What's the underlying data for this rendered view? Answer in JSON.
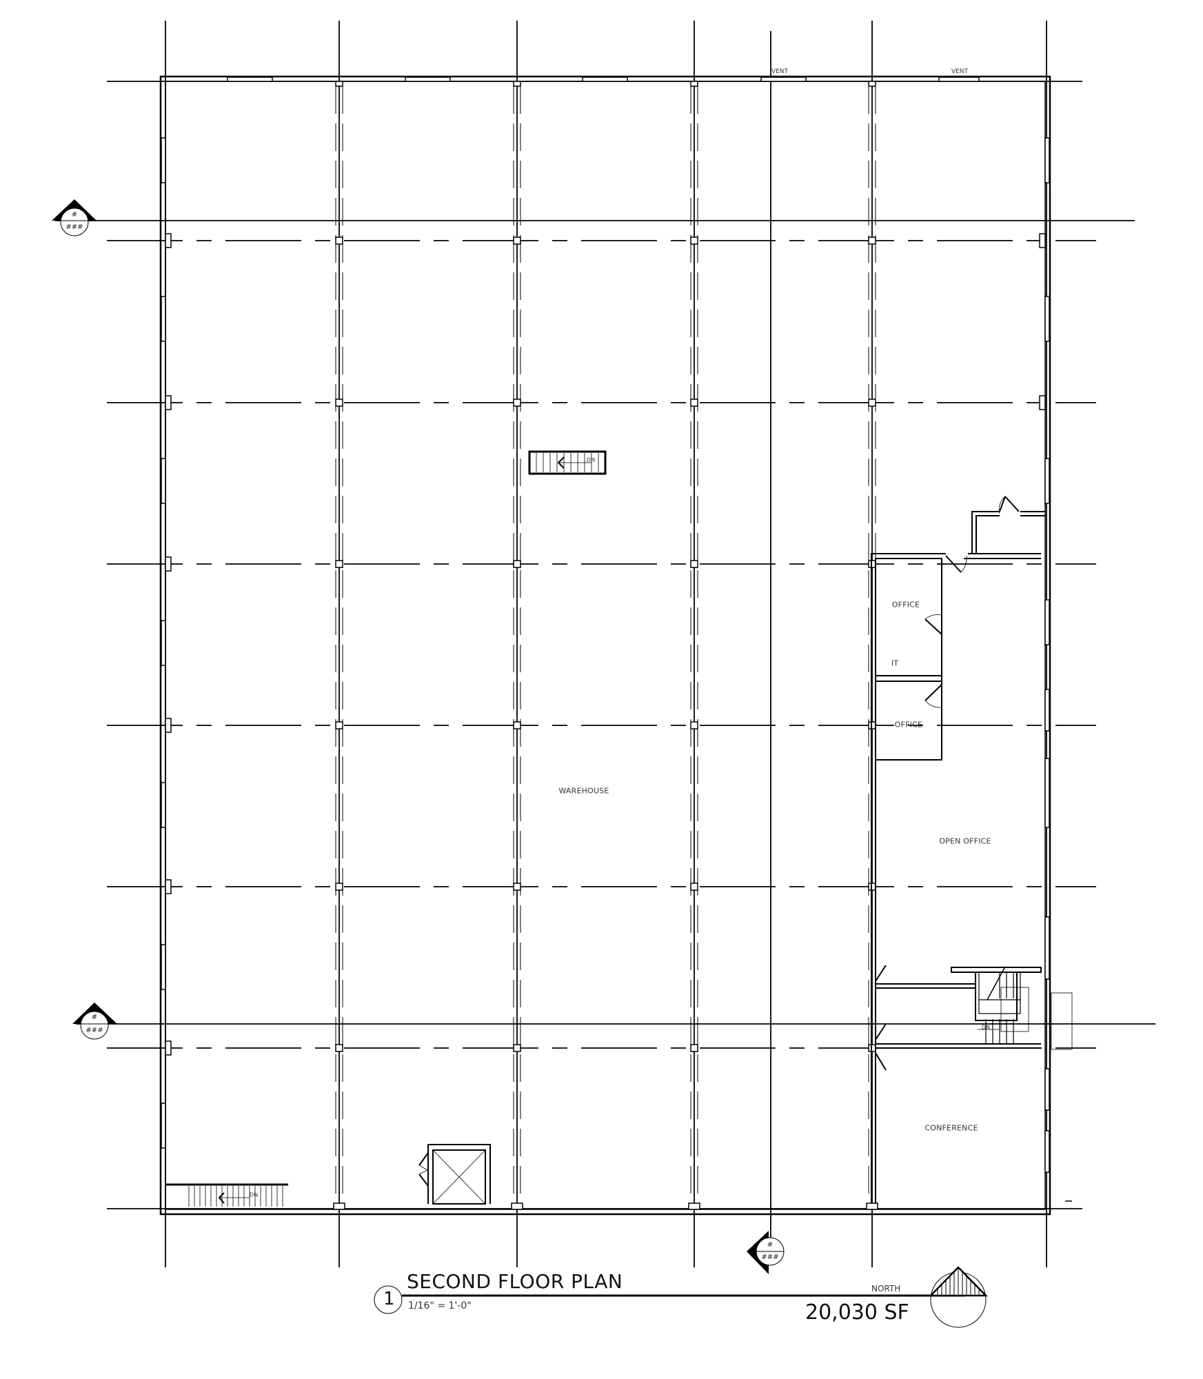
{
  "drawing": {
    "title": "SECOND FLOOR PLAN",
    "number": "1",
    "scale": "1/16\" = 1'-0\"",
    "area": "20,030 SF",
    "north_label": "NORTH"
  },
  "rooms": [
    {
      "name": "WAREHOUSE"
    },
    {
      "name": "OFFICE"
    },
    {
      "name": "IT"
    },
    {
      "name": "OFFICE"
    },
    {
      "name": "OPEN OFFICE"
    },
    {
      "name": "CONFERENCE"
    }
  ],
  "annotations": {
    "vent_1": "VENT",
    "vent_2": "VENT",
    "stair_dn_1": "DN",
    "stair_dn_2": "DN",
    "stair_dn_3": "DN"
  },
  "section_markers": [
    {
      "top": "#",
      "bottom": "###"
    },
    {
      "top": "#",
      "bottom": "###"
    },
    {
      "top": "#",
      "bottom": "###"
    }
  ],
  "colors": {
    "line": "#000000",
    "text": "#333333",
    "background": "#ffffff"
  }
}
